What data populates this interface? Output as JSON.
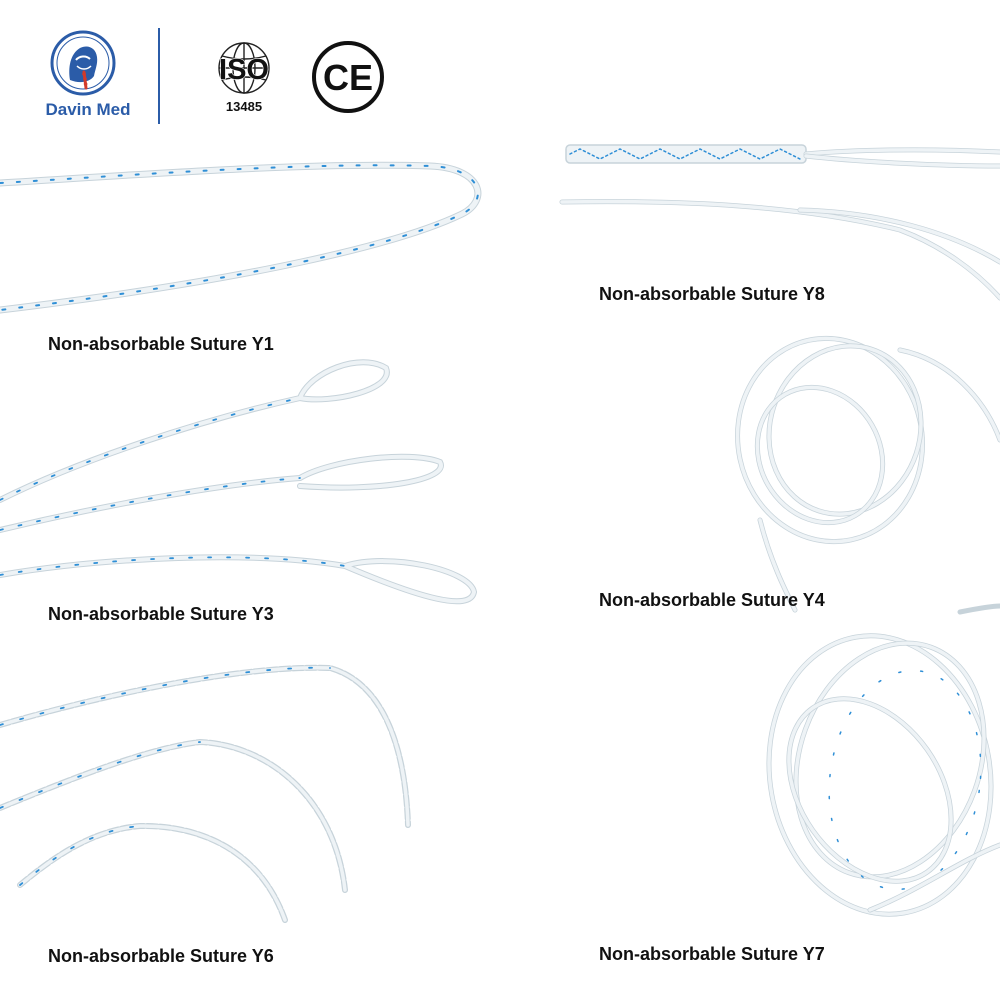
{
  "brand": {
    "name": "Davin Med",
    "logo_icon": "physician-portrait-icon",
    "color": "#2b5ca8"
  },
  "certifications": {
    "iso_text": "ISO",
    "iso_number": "13485",
    "iso_icon": "globe-icon",
    "ce_text": "CE"
  },
  "colors": {
    "suture_white": "#e8eef2",
    "suture_outline": "#c7d3da",
    "tracer_blue": "#2f8fd6",
    "label_text": "#111111"
  },
  "products": [
    {
      "id": "y1",
      "label": "Non-absorbable Suture Y1"
    },
    {
      "id": "y8",
      "label": "Non-absorbable Suture Y8"
    },
    {
      "id": "y3",
      "label": "Non-absorbable Suture Y3"
    },
    {
      "id": "y4",
      "label": "Non-absorbable Suture Y4"
    },
    {
      "id": "y6",
      "label": "Non-absorbable Suture Y6"
    },
    {
      "id": "y7",
      "label": "Non-absorbable Suture Y7"
    }
  ]
}
